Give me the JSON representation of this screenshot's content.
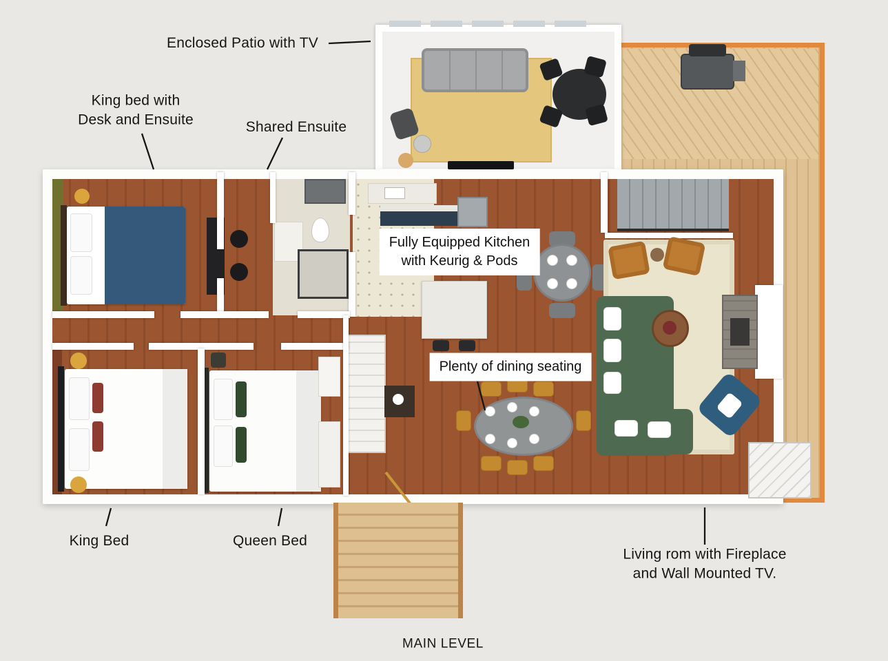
{
  "annotations": {
    "patio": "Enclosed Patio with TV",
    "king_ensuite": "King bed with\nDesk and Ensuite",
    "shared_ensuite": "Shared Ensuite",
    "kitchen": "Fully Equipped Kitchen\nwith Keurig & Pods",
    "dining": "Plenty of dining seating",
    "king_bed": "King Bed",
    "queen_bed": "Queen Bed",
    "living_room": "Living rom with Fireplace\nand Wall Mounted TV.",
    "level": "MAIN LEVEL"
  },
  "colors": {
    "background": "#e9e8e5",
    "wood_floor": "#96512c",
    "deck_wood": "#ddbd8e",
    "deck_railing": "#e0893f",
    "wall_white": "#ffffff",
    "sofa_green": "#4e6b51",
    "armchair_orange": "#bd7c31",
    "chair_blue": "#2f5d7e",
    "dining_chair_gold": "#c48a2f",
    "bed_blanket_blue": "#35597b",
    "accent_wall_olive": "#70702f",
    "accent_wall_maroon": "#7d3e26",
    "patio_rug": "#e4c77d",
    "label_text": "#161616"
  }
}
